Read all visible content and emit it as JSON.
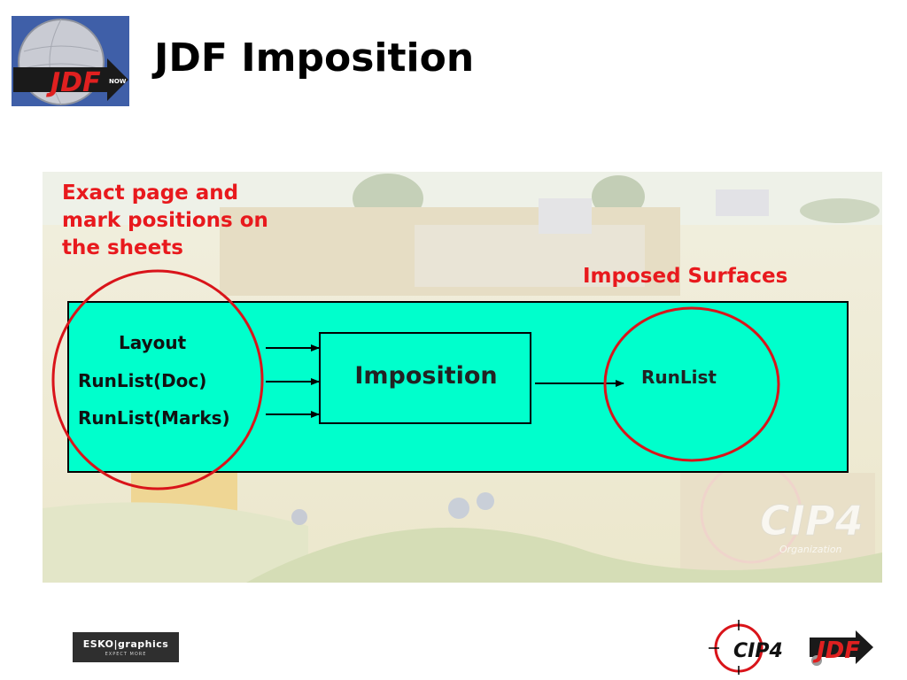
{
  "slide": {
    "title": "JDF Imposition"
  },
  "annotations": {
    "exact_positions": "Exact page and mark positions on the sheets",
    "imposed_surfaces": "Imposed Surfaces"
  },
  "diagram": {
    "inputs": [
      "Layout",
      "RunList(Doc)",
      "RunList(Marks)"
    ],
    "process": "Imposition",
    "output": "RunList"
  },
  "logos": {
    "header_jdf_text": "JDF",
    "header_jdf_now": "NOW",
    "esko_text": "ESKO|graphics",
    "esko_sub": "EXPECT MORE",
    "cip4_text": "CIP4",
    "cip4_sub": "Organization",
    "footer_cip4_text": "CIP4",
    "footer_jdf_text": "JDF"
  },
  "colors": {
    "panel": "#00ffcc",
    "annotation_red": "#e8191d",
    "highlight_circle": "#d9141a"
  }
}
